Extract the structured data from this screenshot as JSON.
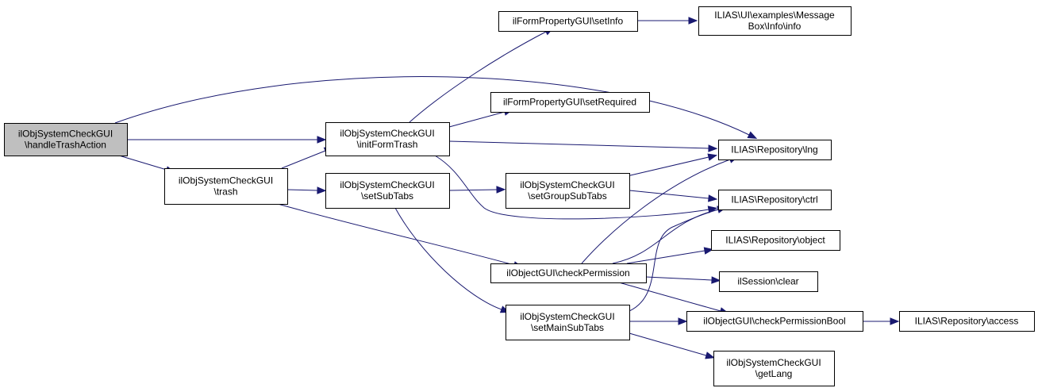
{
  "colors": {
    "edge": "#191970",
    "node_fill": "#ffffff",
    "root_fill": "#bfbfbf",
    "node_stroke": "#000000"
  },
  "nodes": {
    "handleTrashAction": {
      "lines": [
        "ilObjSystemCheckGUI",
        "\\handleTrashAction"
      ],
      "highlighted": true
    },
    "trash": {
      "lines": [
        "ilObjSystemCheckGUI",
        "\\trash"
      ]
    },
    "initFormTrash": {
      "lines": [
        "ilObjSystemCheckGUI",
        "\\initFormTrash"
      ]
    },
    "setSubTabs": {
      "lines": [
        "ilObjSystemCheckGUI",
        "\\setSubTabs"
      ]
    },
    "setInfo": {
      "lines": [
        "ilFormPropertyGUI\\setInfo"
      ]
    },
    "setRequired": {
      "lines": [
        "ilFormPropertyGUI\\setRequired"
      ]
    },
    "messageBoxInfo": {
      "lines": [
        "ILIAS\\UI\\examples\\Message",
        "Box\\Info\\info"
      ]
    },
    "setGroupSubTabs": {
      "lines": [
        "ilObjSystemCheckGUI",
        "\\setGroupSubTabs"
      ]
    },
    "checkPermission": {
      "lines": [
        "ilObjectGUI\\checkPermission"
      ]
    },
    "setMainSubTabs": {
      "lines": [
        "ilObjSystemCheckGUI",
        "\\setMainSubTabs"
      ]
    },
    "lng": {
      "lines": [
        "ILIAS\\Repository\\lng"
      ]
    },
    "ctrl": {
      "lines": [
        "ILIAS\\Repository\\ctrl"
      ]
    },
    "object": {
      "lines": [
        "ILIAS\\Repository\\object"
      ]
    },
    "sessionClear": {
      "lines": [
        "ilSession\\clear"
      ]
    },
    "checkPermissionBool": {
      "lines": [
        "ilObjectGUI\\checkPermissionBool"
      ]
    },
    "getLang": {
      "lines": [
        "ilObjSystemCheckGUI",
        "\\getLang"
      ]
    },
    "access": {
      "lines": [
        "ILIAS\\Repository\\access"
      ]
    }
  },
  "edges": [
    [
      "handleTrashAction",
      "initFormTrash"
    ],
    [
      "handleTrashAction",
      "trash"
    ],
    [
      "handleTrashAction",
      "lng"
    ],
    [
      "trash",
      "initFormTrash"
    ],
    [
      "trash",
      "setSubTabs"
    ],
    [
      "trash",
      "checkPermission"
    ],
    [
      "initFormTrash",
      "setInfo"
    ],
    [
      "initFormTrash",
      "setRequired"
    ],
    [
      "initFormTrash",
      "lng"
    ],
    [
      "initFormTrash",
      "ctrl"
    ],
    [
      "setInfo",
      "messageBoxInfo"
    ],
    [
      "setSubTabs",
      "setGroupSubTabs"
    ],
    [
      "setSubTabs",
      "setMainSubTabs"
    ],
    [
      "setGroupSubTabs",
      "lng"
    ],
    [
      "setGroupSubTabs",
      "ctrl"
    ],
    [
      "checkPermission",
      "lng"
    ],
    [
      "checkPermission",
      "ctrl"
    ],
    [
      "checkPermission",
      "object"
    ],
    [
      "checkPermission",
      "sessionClear"
    ],
    [
      "checkPermission",
      "checkPermissionBool"
    ],
    [
      "setMainSubTabs",
      "ctrl"
    ],
    [
      "setMainSubTabs",
      "checkPermissionBool"
    ],
    [
      "setMainSubTabs",
      "getLang"
    ],
    [
      "checkPermissionBool",
      "access"
    ]
  ]
}
